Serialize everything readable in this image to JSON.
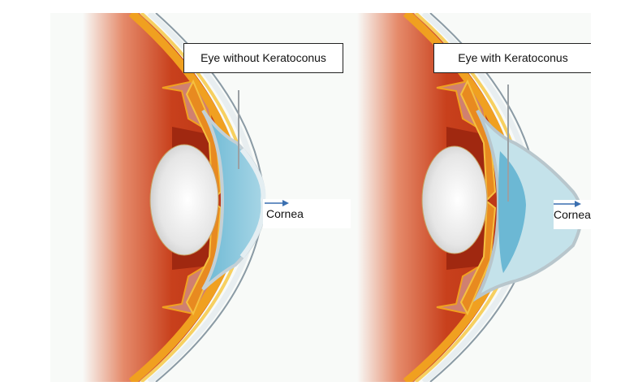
{
  "figure": {
    "background": "#f8faf8",
    "panels": [
      {
        "id": "normal",
        "title": "Eye without Keratoconus",
        "label": "Cornea",
        "cornea_shape": "rounded"
      },
      {
        "id": "keratoconus",
        "title": "Eye with Keratoconus",
        "label": "Cornea",
        "cornea_shape": "cone"
      }
    ],
    "colors": {
      "sclera_red": "#c8401c",
      "iris_orange": "#f0a020",
      "cornea_blue": "#7ec4dc",
      "cornea_light": "#c4e2ea",
      "lens_white": "#f2f2f2",
      "arrow_blue": "#3a6fb0",
      "box_border": "#222222"
    }
  }
}
